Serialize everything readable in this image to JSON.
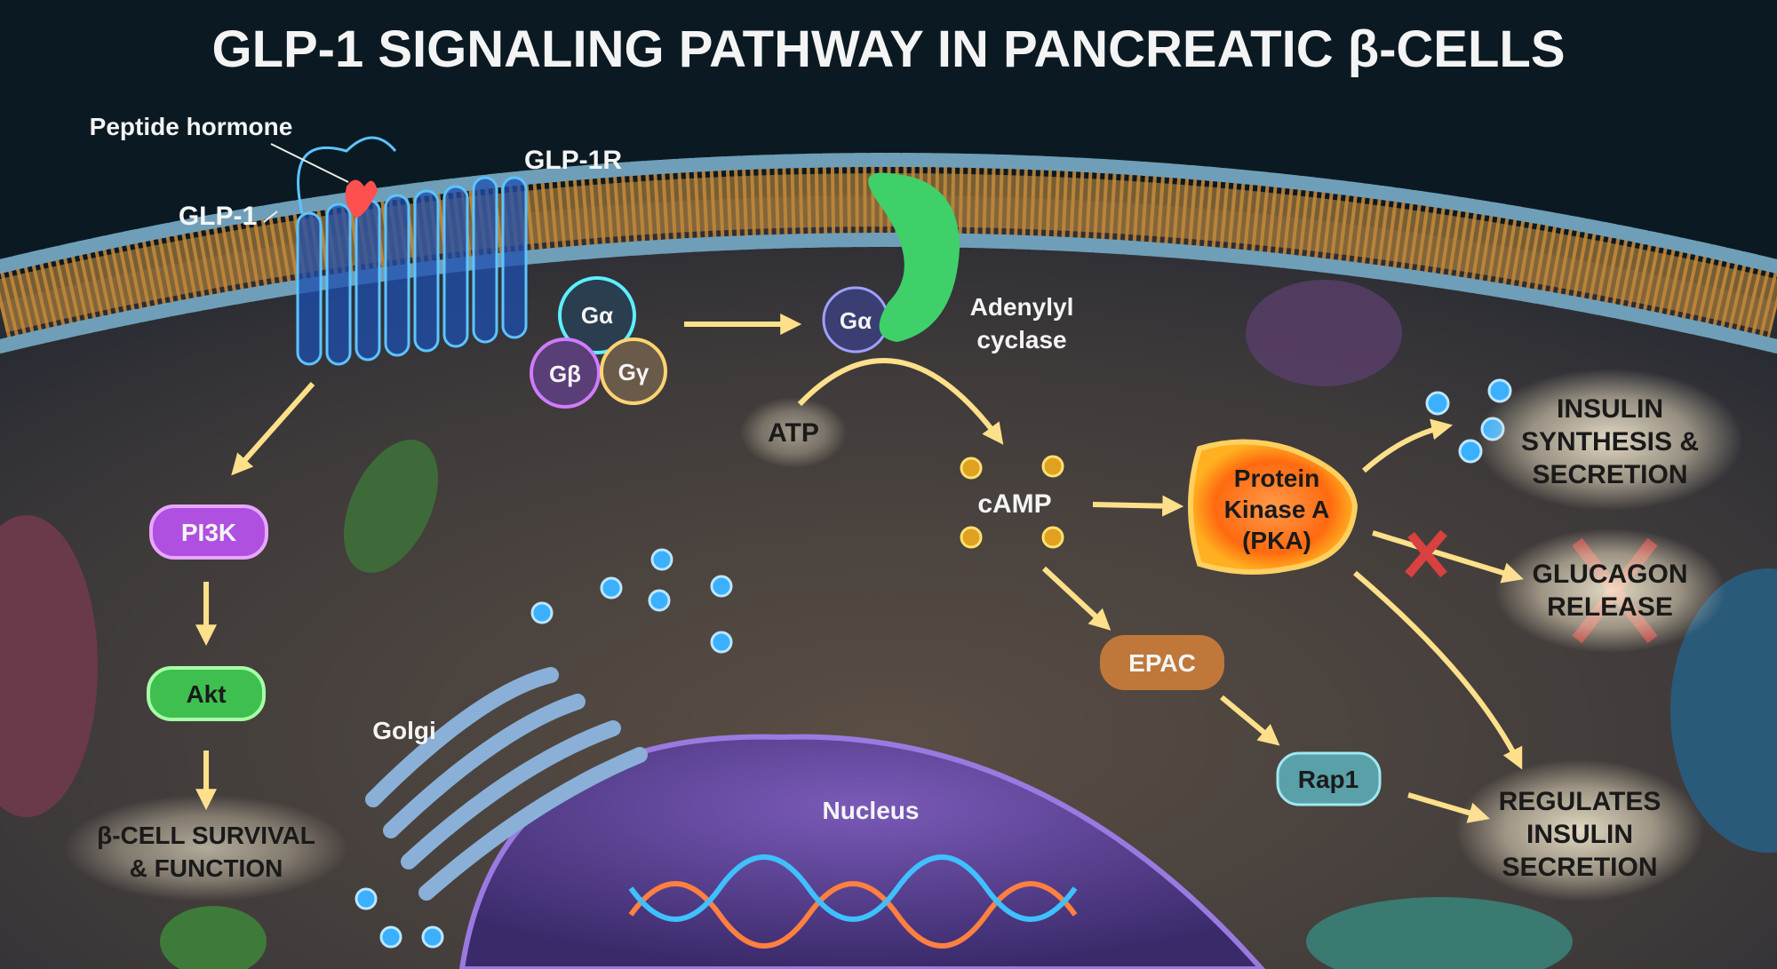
{
  "title": "GLP-1 SIGNALING PATHWAY IN PANCREATIC β-CELLS",
  "labels": {
    "peptide_hormone": "Peptide hormone",
    "glp1": "GLP-1",
    "glp1r": "GLP-1R",
    "g_alpha": "Gα",
    "g_beta": "Gβ",
    "g_gamma": "Gγ",
    "g_alpha_active": "Gα",
    "adenylyl_cyclase": [
      "Adenylyl",
      "cyclase"
    ],
    "atp": "ATP",
    "camp": "cAMP",
    "pka": [
      "Protein",
      "Kinase A",
      "(PKA)"
    ],
    "insulin": [
      "INSULIN",
      "SYNTHESIS &",
      "SECRETION"
    ],
    "glucagon": [
      "GLUCAGON",
      "RELEASE"
    ],
    "epac": "EPAC",
    "rap1": "Rap1",
    "regulates": [
      "REGULATES",
      "INSULIN",
      "SECRETION"
    ],
    "pi3k": "PI3K",
    "akt": "Akt",
    "survival": [
      "β-CELL SURVIVAL",
      "& FUNCTION"
    ],
    "golgi": "Golgi",
    "nucleus": "Nucleus"
  },
  "colors": {
    "background": "#0b1a22",
    "cytoplasm": "#4a4038",
    "membrane_tail": "#c08a3e",
    "membrane_head": "#6f9fb8",
    "receptor": "#3aa8ff",
    "arrow": "#ffe08a",
    "pka": "#ff7a1a",
    "pi3k": "#b050e0",
    "akt": "#3fbf4f",
    "inhibit": "#d94040"
  }
}
